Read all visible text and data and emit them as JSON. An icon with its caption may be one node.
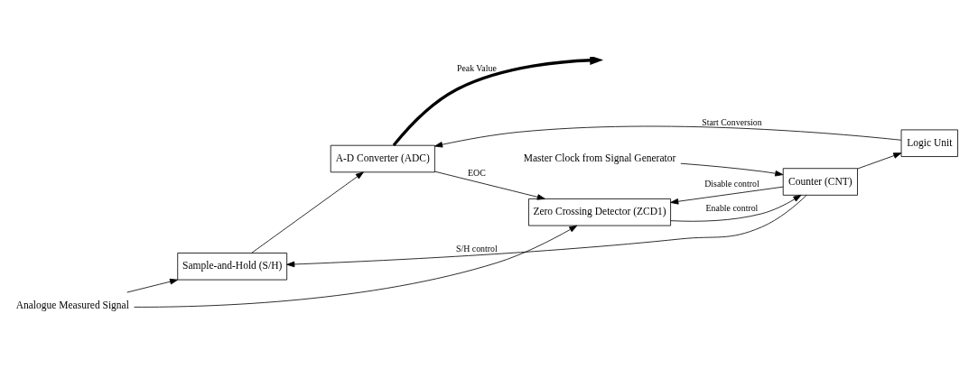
{
  "diagram": {
    "nodes": [
      {
        "text": [
          "Analogue Measured Signal"
        ]
      },
      {
        "text": [
          "Sample-and-Hold (S/H)"
        ]
      },
      {
        "text": [
          "Zero Crossing Detector (ZCD1)"
        ]
      },
      {
        "text": [
          "A-D Converter (ADC)"
        ]
      },
      {
        "text": [
          "Master Clock from Signal Generator"
        ]
      },
      {
        "text": [
          "Counter (CNT)"
        ]
      },
      {
        "text": [
          "Logic Unit"
        ]
      }
    ],
    "edges": [
      {
        "from": 0,
        "to": 1,
        "arrow": "to"
      },
      {
        "from": 0,
        "to": 2,
        "arrow": "to"
      },
      {
        "from": 1,
        "to": 3,
        "arrow": "to"
      },
      {
        "from": 3,
        "to": 2,
        "arrow": "to",
        "label": "EOC"
      },
      {
        "from": 5,
        "to": 2,
        "arrow": "to",
        "label": "Disable control"
      },
      {
        "from": 2,
        "to": 5,
        "arrow": "to",
        "label": "Enable control"
      },
      {
        "from": 4,
        "to": 5,
        "arrow": "to"
      },
      {
        "from": 5,
        "to": 6,
        "arrow": "to"
      },
      {
        "from": 5,
        "to": 1,
        "arrow": "to",
        "label": "S/H control"
      },
      {
        "from": 6,
        "to": 3,
        "arrow": "to",
        "label": "Start Conversion"
      },
      {
        "from": 3,
        "to": null,
        "arrow": "to",
        "label": "Peak Value",
        "style": "thick"
      }
    ]
  }
}
